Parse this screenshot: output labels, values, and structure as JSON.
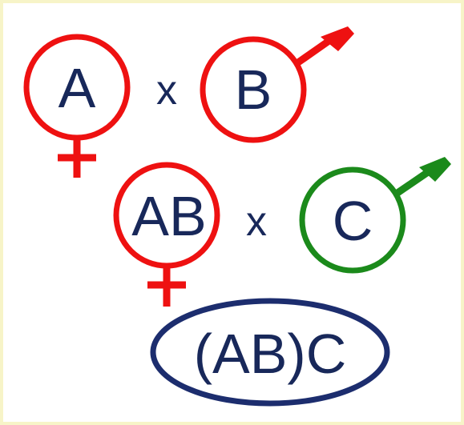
{
  "diagram": {
    "row1": {
      "left": "A",
      "operator": "x",
      "right": "B"
    },
    "row2": {
      "left": "AB",
      "operator": "x",
      "right": "C"
    },
    "result": "(AB)C"
  },
  "colors": {
    "background": "#f7f4c8",
    "female_symbol": "#ee1111",
    "male_symbol_red": "#ee1111",
    "male_symbol_green": "#1b8a1b",
    "text": "#18285a",
    "result_ellipse": "#1c2d6e"
  },
  "icons": [
    "female-symbol",
    "male-symbol"
  ]
}
